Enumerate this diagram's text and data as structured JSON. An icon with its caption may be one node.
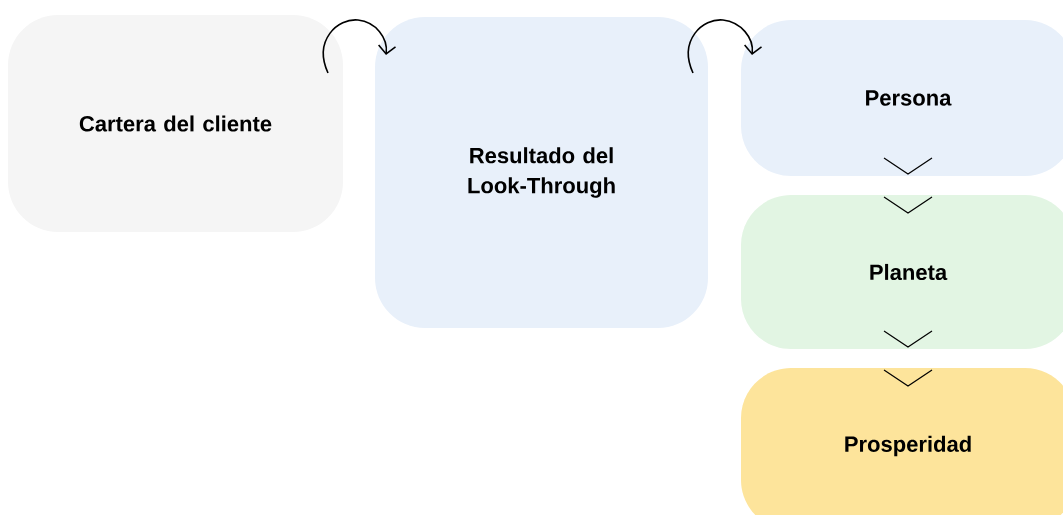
{
  "diagram": {
    "nodes": [
      {
        "text": [
          "Cartera del cliente"
        ]
      },
      {
        "text": [
          "Resultado del Look-Through"
        ]
      },
      {
        "text": [
          "Persona"
        ]
      },
      {
        "text": [
          "Planeta"
        ]
      },
      {
        "text": [
          "Prosperidad"
        ]
      }
    ],
    "edges": [
      {
        "from": 0,
        "to": 1,
        "arrow": "to"
      },
      {
        "from": 1,
        "to": 2,
        "arrow": "to"
      },
      {
        "from": 2,
        "to": 3,
        "arrow": "to"
      },
      {
        "from": 3,
        "to": 4,
        "arrow": "to"
      }
    ]
  }
}
